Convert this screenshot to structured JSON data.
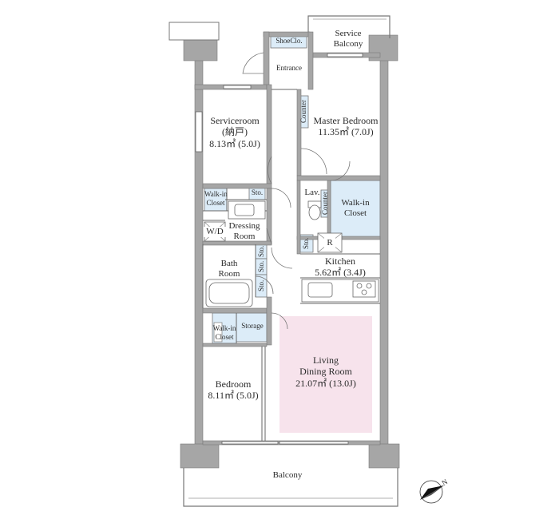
{
  "colors": {
    "wall": "#a6a6a6",
    "wall_dark": "#8c8c8c",
    "line": "#555555",
    "closet_fill": "#dcecf8",
    "living_fill": "#f7e3ec",
    "text": "#2b2b2b"
  },
  "rooms": {
    "shoe_closet": "ShoeClo.",
    "service_balcony": [
      "Service",
      "Balcony"
    ],
    "entrance": "Entrance",
    "counter": "Counter",
    "serviceroom": [
      "Serviceroom",
      "(納戸)",
      "8.13㎡ (5.0J)"
    ],
    "master_bedroom": [
      "Master Bedroom",
      "11.35㎡ (7.0J)"
    ],
    "walk_in_closet_left": [
      "Walk-in",
      "Closet"
    ],
    "sto_1": "Sto.",
    "lav": "Lav.",
    "counter_small": "Counter",
    "walk_in_closet_master": [
      "Walk-in",
      "Closet"
    ],
    "wd": "W/D",
    "dressing_room": [
      "Dressing",
      "Room"
    ],
    "sto_kitchen": "Sto.",
    "refrigerator": "R",
    "kitchen": [
      "Kitchen",
      "5.62㎡ (3.4J)"
    ],
    "bath_room": [
      "Bath",
      "Room"
    ],
    "sto_2": "Sto.",
    "sto_3": "Sto.",
    "sto_4": "Sto.",
    "walk_in_closet_bedroom": [
      "Walk-in",
      "Closet"
    ],
    "storage": "Storage",
    "living_dining": [
      "Living",
      "Dining Room",
      "21.07㎡ (13.0J)"
    ],
    "bedroom": [
      "Bedroom",
      "8.11㎡ (5.0J)"
    ],
    "balcony": "Balcony"
  },
  "compass": {
    "icon": "north-arrow-icon",
    "letter": "N"
  }
}
